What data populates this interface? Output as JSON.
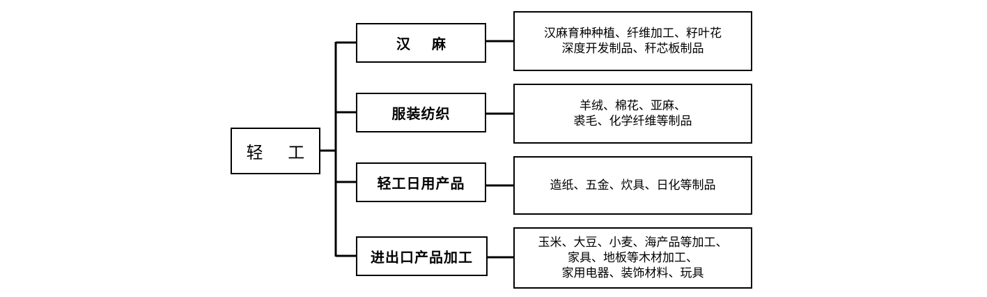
{
  "root": {
    "label": "轻 工"
  },
  "branches": [
    {
      "category": "汉 麻",
      "detail_lines": [
        "汉麻育种种植、纤维加工、籽叶花",
        "深度开发制品、秆芯板制品"
      ]
    },
    {
      "category": "服装纺织",
      "detail_lines": [
        "羊绒、棉花、亚麻、",
        "裘毛、化学纤维等制品"
      ]
    },
    {
      "category": "轻工日用产品",
      "detail_lines": [
        "造纸、五金、炊具、日化等制品"
      ]
    },
    {
      "category": "进出口产品加工",
      "detail_lines": [
        "玉米、大豆、小麦、海产品等加工、",
        "家具、地板等木材加工、",
        "家用电器、装饰材料、玩具"
      ]
    }
  ]
}
